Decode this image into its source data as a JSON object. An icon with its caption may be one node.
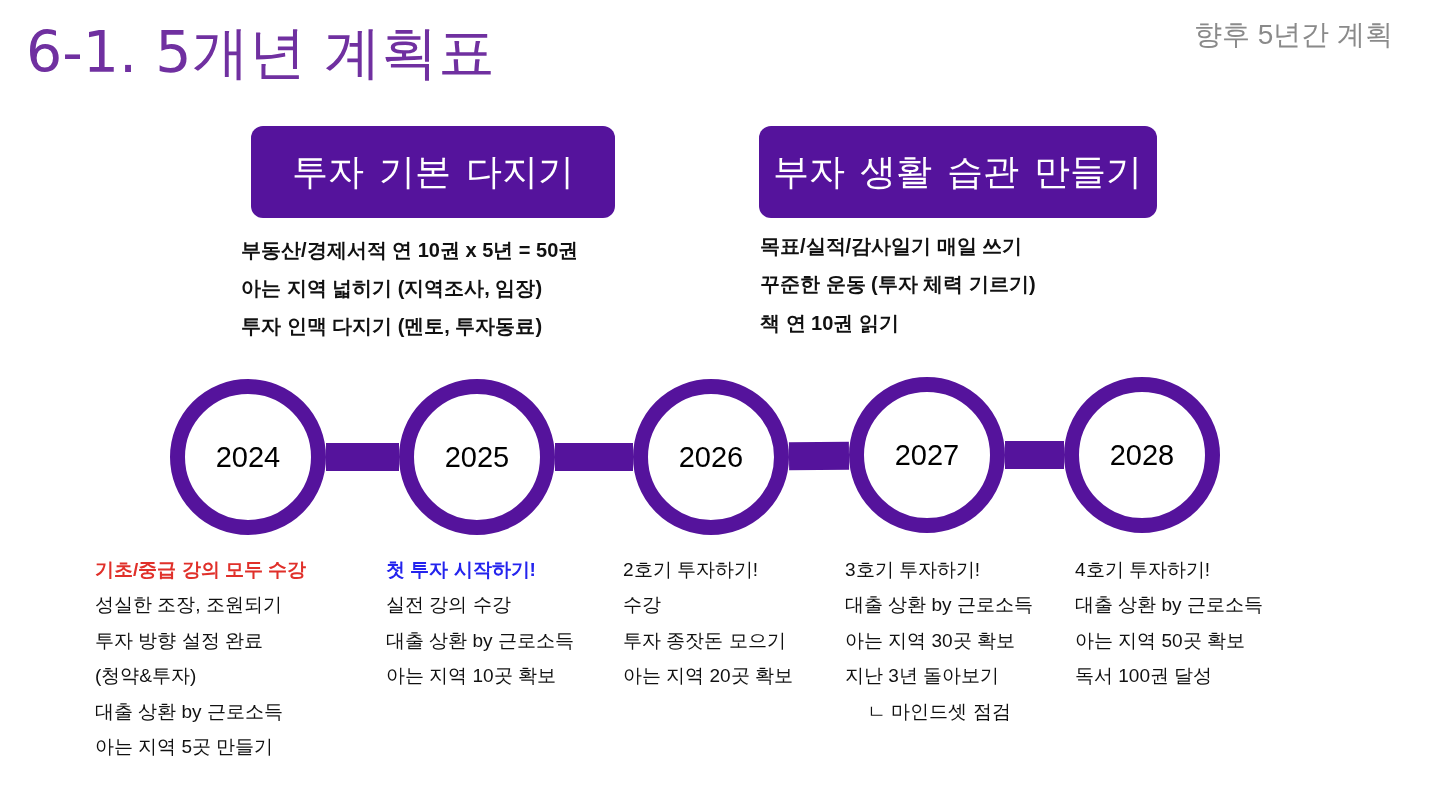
{
  "diagram": {
    "title": "6-1. 5개년 계획표",
    "nodes": [
      {
        "text": [
          "투자 기본 다지기"
        ],
        "beside": [
          "부동산/경제서적 연 10권 x 5년 = 50권",
          "아는 지역 넓히기 (지역조사, 임장)",
          "투자 인맥 다지기 (멘토, 투자동료)"
        ]
      },
      {
        "text": [
          "부자 생활 습관 만들기"
        ],
        "beside": [
          "목표/실적/감사일기 매일 쓰기",
          "꾸준한 운동 (투자 체력 기르기)",
          "책 연 10권 읽기"
        ]
      },
      {
        "text": [
          "2024"
        ],
        "beside": [
          "기초/중급 강의 모두 수강",
          "성실한 조장, 조원되기",
          "투자 방향 설정 완료",
          "(청약&투자)",
          "대출 상환 by 근로소득",
          "아는 지역 5곳 만들기"
        ]
      },
      {
        "text": [
          "2025"
        ],
        "beside": [
          "첫 투자 시작하기!",
          "실전 강의 수강",
          "대출 상환 by 근로소득",
          "아는 지역 10곳 확보"
        ]
      },
      {
        "text": [
          "2026"
        ],
        "beside": [
          "2호기 투자하기!",
          "수강",
          "투자 종잣돈 모으기",
          "아는 지역 20곳 확보"
        ]
      },
      {
        "text": [
          "2027"
        ],
        "beside": [
          "3호기 투자하기!",
          "대출 상환 by 근로소득",
          "아는 지역 30곳 확보",
          "지난 3년 돌아보기",
          "ㄴ 마인드셋 점검"
        ]
      },
      {
        "text": [
          "2028"
        ],
        "beside": [
          "4호기 투자하기!",
          "대출 상환 by 근로소득",
          "아는 지역 50곳 확보",
          "독서 100권 달성"
        ]
      }
    ],
    "edges": [
      {
        "from": 2,
        "to": 3,
        "arrow": "none"
      },
      {
        "from": 3,
        "to": 4,
        "arrow": "none"
      },
      {
        "from": 4,
        "to": 5,
        "arrow": "none"
      },
      {
        "from": 5,
        "to": 6,
        "arrow": "none"
      }
    ],
    "labels": [
      "향후 5년간 계획"
    ]
  }
}
